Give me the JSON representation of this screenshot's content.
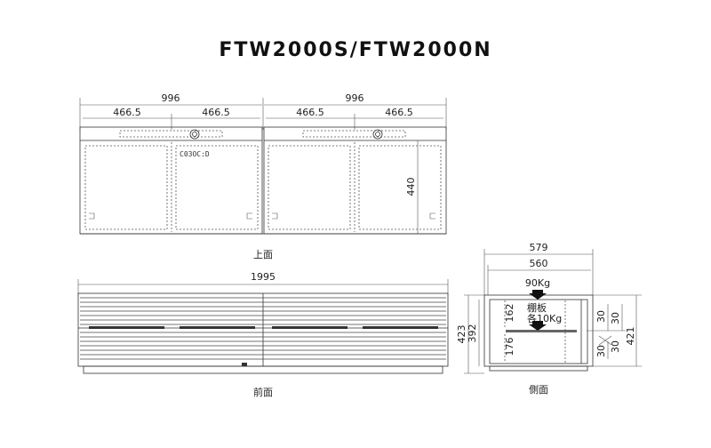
{
  "title": "FTW2000S/FTW2000N",
  "top_view": {
    "label": "上面",
    "width_left": "996",
    "width_right": "996",
    "door_widths": [
      "466.5",
      "466.5",
      "466.5",
      "466.5"
    ],
    "depth": "440",
    "tag": "C03OC:D"
  },
  "front_view": {
    "label": "前面",
    "total_width": "1995"
  },
  "side_view": {
    "label": "側面",
    "outer_depth": "579",
    "inner_depth": "560",
    "top_load": "90Kg",
    "shelf_label": "棚板",
    "shelf_load": "各10Kg",
    "height_outer": "423",
    "height_inner": "392",
    "upper_space": "162",
    "lower_space": "176",
    "right_height": "421",
    "dim_30a": "30",
    "dim_30b": "30",
    "dim_30c": "30",
    "dim_30d": "30"
  }
}
